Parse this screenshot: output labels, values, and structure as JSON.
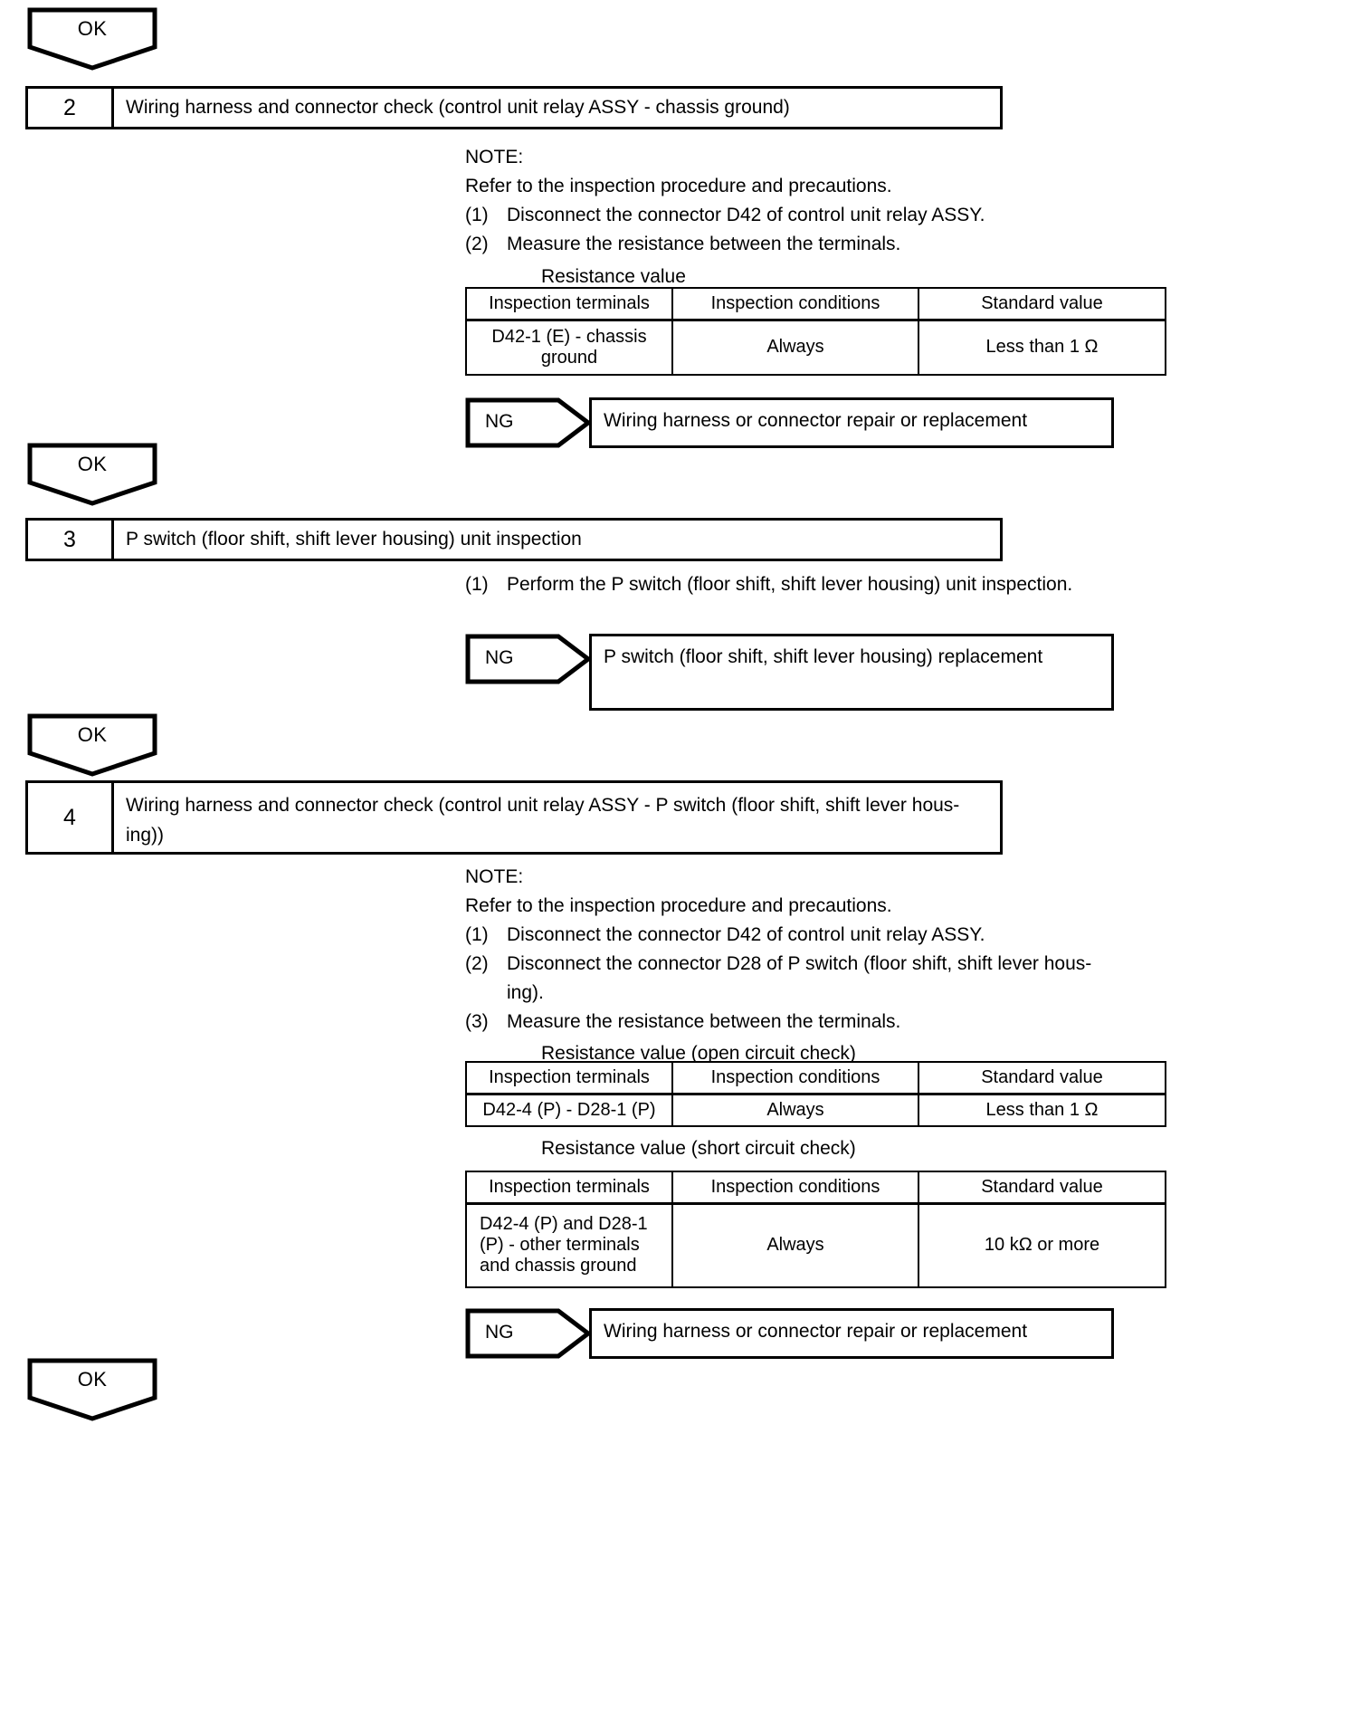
{
  "document": {
    "type": "troubleshooting-flowchart",
    "title": "Wiring harness and connector check flow"
  },
  "connectors": {
    "ok_label": "OK",
    "ng_label": "NG"
  },
  "steps": [
    {
      "number": "2",
      "title": "Wiring harness and connector check (control unit relay ASSY - chassis ground)",
      "note_heading": "NOTE:",
      "note_text": "Refer to the inspection procedure and precautions.",
      "items": [
        {
          "marker": "(1)",
          "text": "Disconnect the connector D42 of control unit relay ASSY."
        },
        {
          "marker": "(2)",
          "text": "Measure the resistance between the terminals."
        }
      ],
      "table_caption": "Resistance value",
      "table": {
        "headers": [
          "Inspection terminals",
          "Inspection conditions",
          "Standard value"
        ],
        "rows": [
          [
            "D42-1 (E) - chassis ground",
            "Always",
            "Less than 1 Ω"
          ]
        ]
      },
      "ng_target": "Wiring harness or connector repair or replacement"
    },
    {
      "number": "3",
      "title": "P switch (floor shift, shift lever housing) unit inspection",
      "items": [
        {
          "marker": "(1)",
          "text": "Perform the P switch (floor shift, shift lever housing) unit inspection."
        }
      ],
      "ng_target": "P switch (floor shift, shift lever housing) replacement"
    },
    {
      "number": "4",
      "title_line1": "Wiring harness and connector check (control unit relay ASSY - P switch (floor shift, shift lever hous-",
      "title_line2": "ing))",
      "note_heading": "NOTE:",
      "note_text": "Refer to the inspection procedure and precautions.",
      "items": [
        {
          "marker": "(1)",
          "text": "Disconnect the connector D42 of control unit relay ASSY."
        },
        {
          "marker": "(2)",
          "text": "Disconnect the connector D28 of P switch (floor shift, shift lever hous-"
        },
        {
          "marker": "",
          "text": "ing)."
        },
        {
          "marker": "(3)",
          "text": "Measure the resistance between the terminals."
        }
      ],
      "table1_caption": "Resistance value (open circuit check)",
      "table1": {
        "headers": [
          "Inspection terminals",
          "Inspection conditions",
          "Standard value"
        ],
        "rows": [
          [
            "D42-4 (P) - D28-1 (P)",
            "Always",
            "Less than 1 Ω"
          ]
        ]
      },
      "table2_caption": "Resistance value (short circuit check)",
      "table2": {
        "headers": [
          "Inspection terminals",
          "Inspection conditions",
          "Standard value"
        ],
        "rows": [
          [
            "D42-4 (P) and D28-1 (P) - other terminals and chassis ground",
            "Always",
            "10 kΩ or more"
          ]
        ]
      },
      "ng_target": "Wiring harness or connector repair or replacement"
    }
  ],
  "colors": {
    "line": "#000000",
    "background": "#ffffff"
  }
}
